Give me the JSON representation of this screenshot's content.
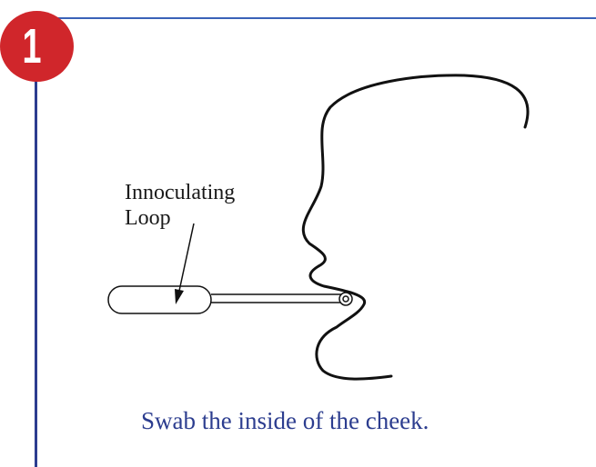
{
  "step": {
    "number": "1",
    "badge_color": "#d0262b"
  },
  "frame": {
    "color": "#2c3d8f"
  },
  "illustration": {
    "label_line1": "Innoculating",
    "label_line2": "Loop"
  },
  "caption": "Swab the inside of the cheek."
}
